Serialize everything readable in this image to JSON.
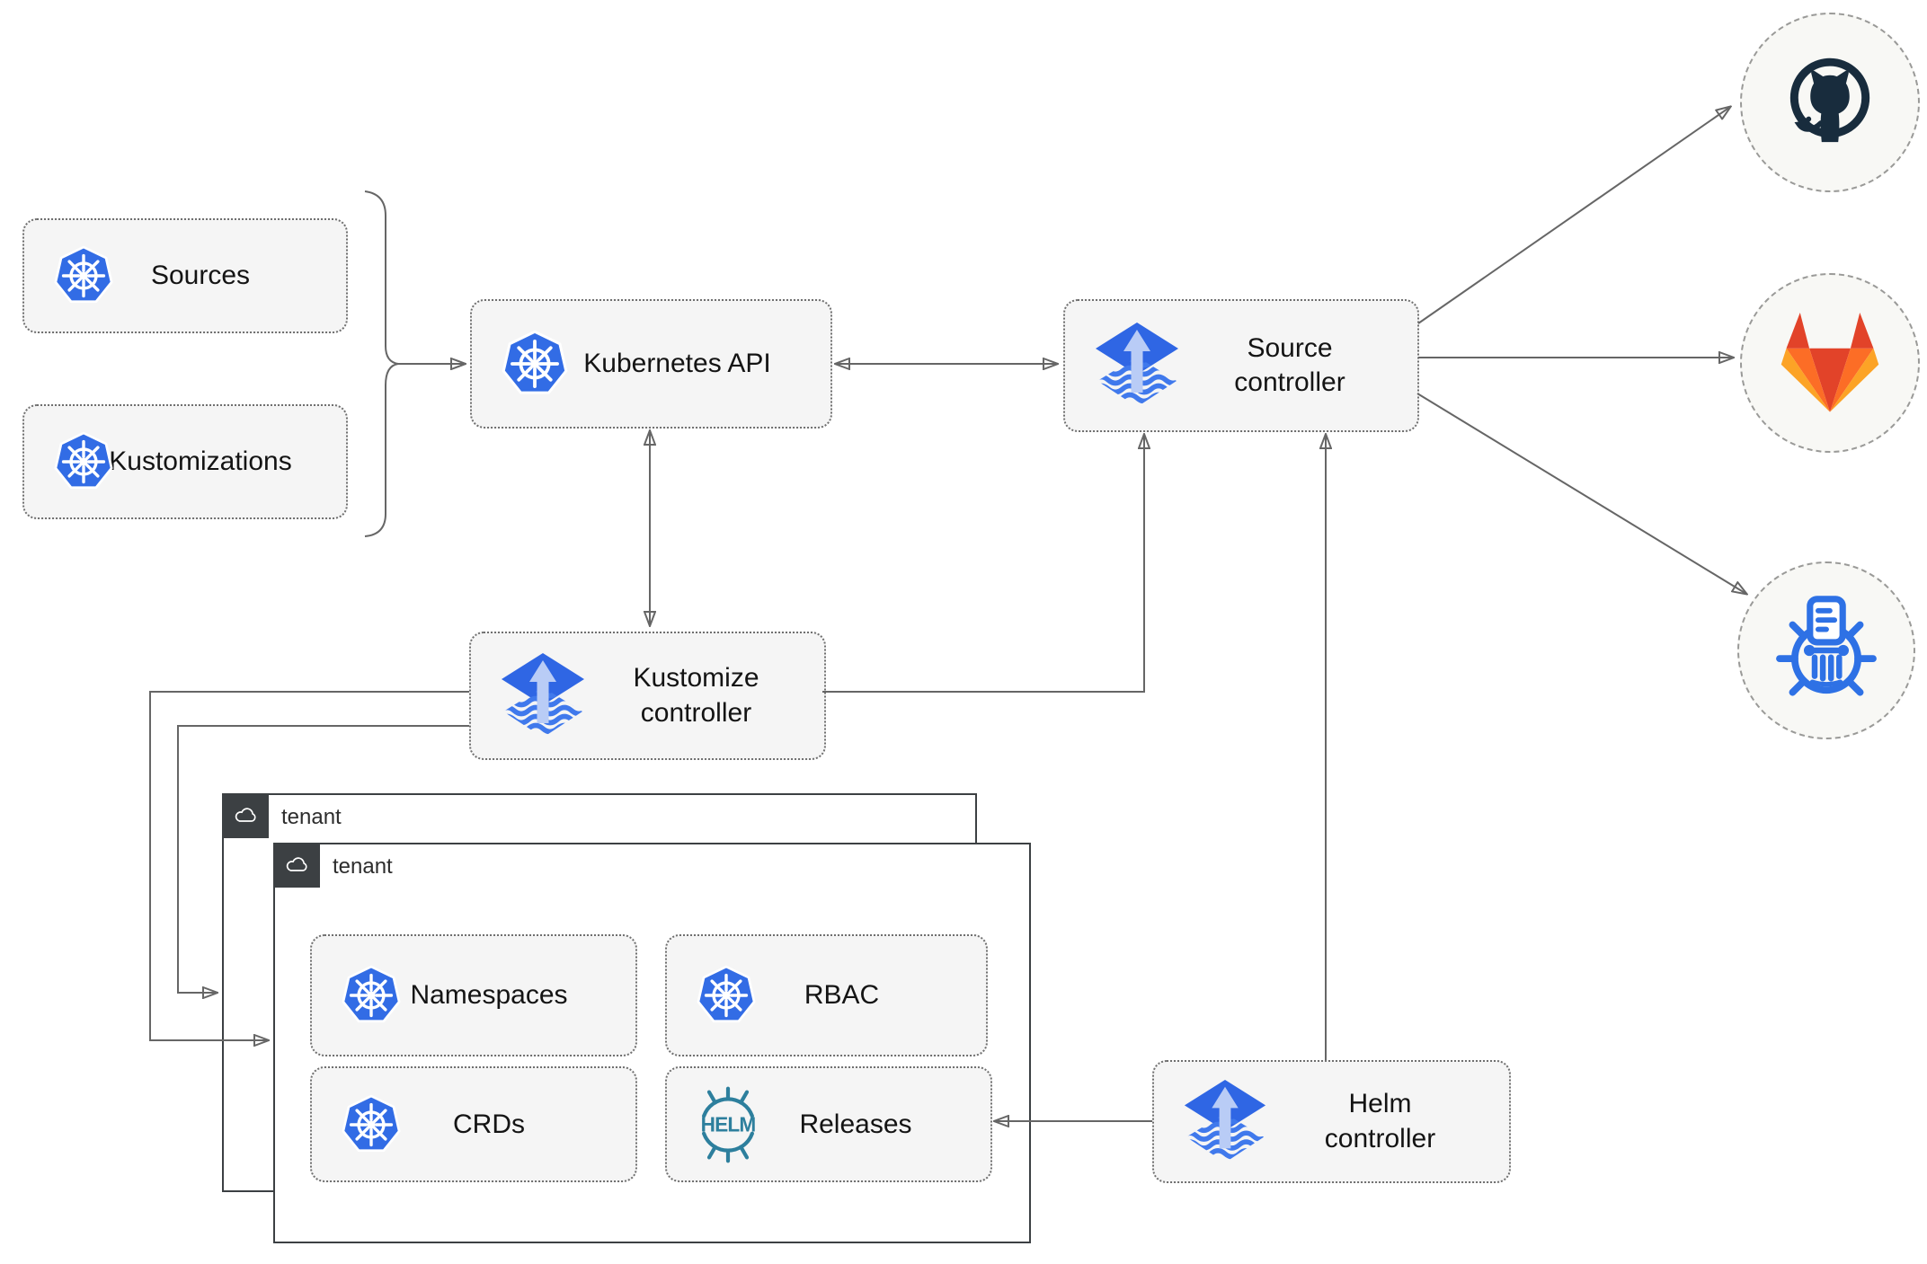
{
  "nodes": {
    "sources": {
      "label": "Sources",
      "icon": "kubernetes-icon"
    },
    "kustomizations": {
      "label": "Kustomizations",
      "icon": "kubernetes-icon"
    },
    "kubernetes_api": {
      "label": "Kubernetes API",
      "icon": "kubernetes-icon"
    },
    "source_controller": {
      "label": "Source controller",
      "icon": "flux-icon"
    },
    "kustomize_controller": {
      "label": "Kustomize controller",
      "icon": "flux-icon"
    },
    "helm_controller": {
      "label": "Helm controller",
      "icon": "flux-icon"
    },
    "namespaces": {
      "label": "Namespaces",
      "icon": "kubernetes-icon"
    },
    "rbac": {
      "label": "RBAC",
      "icon": "kubernetes-icon"
    },
    "crds": {
      "label": "CRDs",
      "icon": "kubernetes-icon"
    },
    "releases": {
      "label": "Releases",
      "icon": "helm-icon",
      "icon_text": "HELM"
    }
  },
  "groups": {
    "tenant_back": {
      "label": "tenant",
      "icon": "cloud-icon"
    },
    "tenant_front": {
      "label": "tenant",
      "icon": "cloud-icon"
    }
  },
  "remotes": {
    "github": {
      "icon": "github-icon"
    },
    "gitlab": {
      "icon": "gitlab-icon"
    },
    "helm_repository": {
      "icon": "helm-repository-icon"
    }
  },
  "colors": {
    "kubernetes_blue": "#326ce5",
    "flux_blue": "#2f66e4",
    "flux_arrow_light": "#b9ccf6",
    "flux_wave_blue": "#4079ec",
    "helm_teal": "#2d7f9d",
    "github_dark": "#182c3d",
    "gitlab_red": "#e24329",
    "gitlab_orange": "#fc6d26",
    "gitlab_yellow": "#fca326",
    "repository_blue": "#2e71e5",
    "connector_gray": "#666666",
    "node_fill": "#f5f5f5",
    "tenant_dark": "#3c4043"
  }
}
